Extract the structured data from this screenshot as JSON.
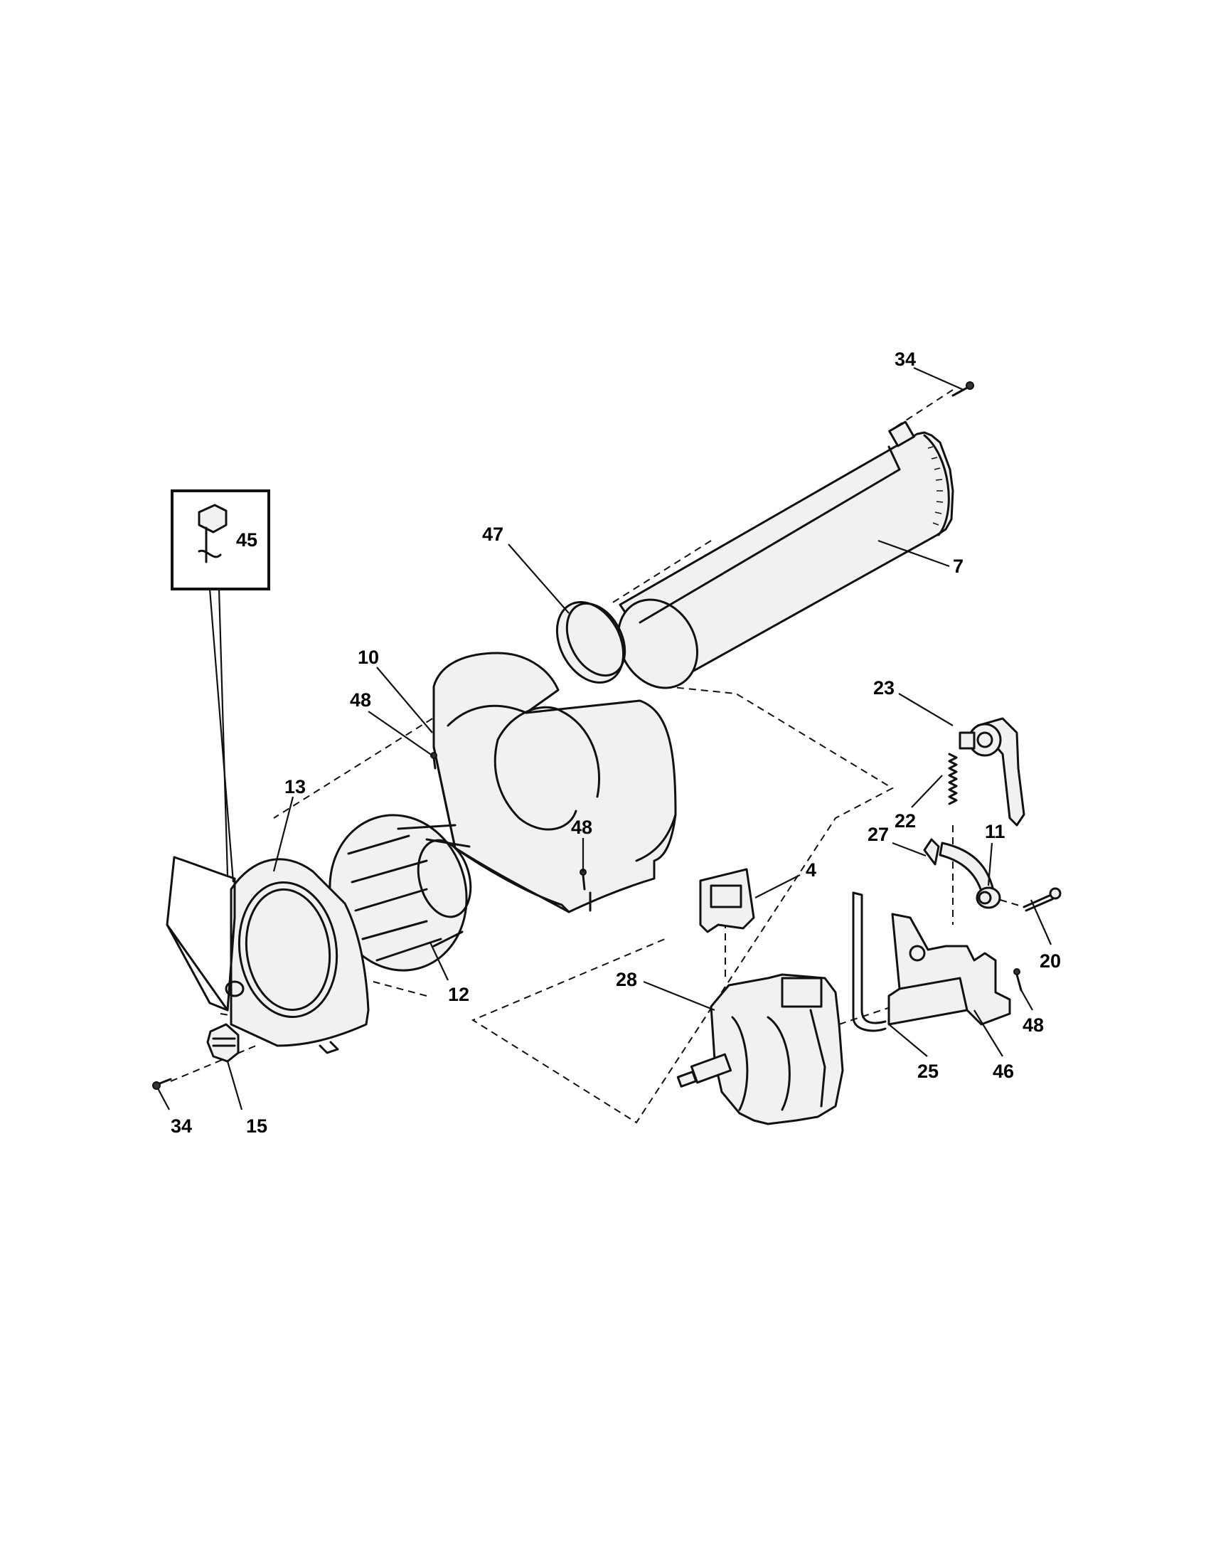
{
  "callouts": {
    "c34_top": "34",
    "c7": "7",
    "c47": "47",
    "c45": "45",
    "c10": "10",
    "c48_left": "48",
    "c13": "13",
    "c48_mid": "48",
    "c12": "12",
    "c23": "23",
    "c22": "22",
    "c27": "27",
    "c11": "11",
    "c4": "4",
    "c20": "20",
    "c28": "28",
    "c48_right": "48",
    "c25": "25",
    "c46": "46",
    "c34_bottom": "34",
    "c15": "15"
  }
}
